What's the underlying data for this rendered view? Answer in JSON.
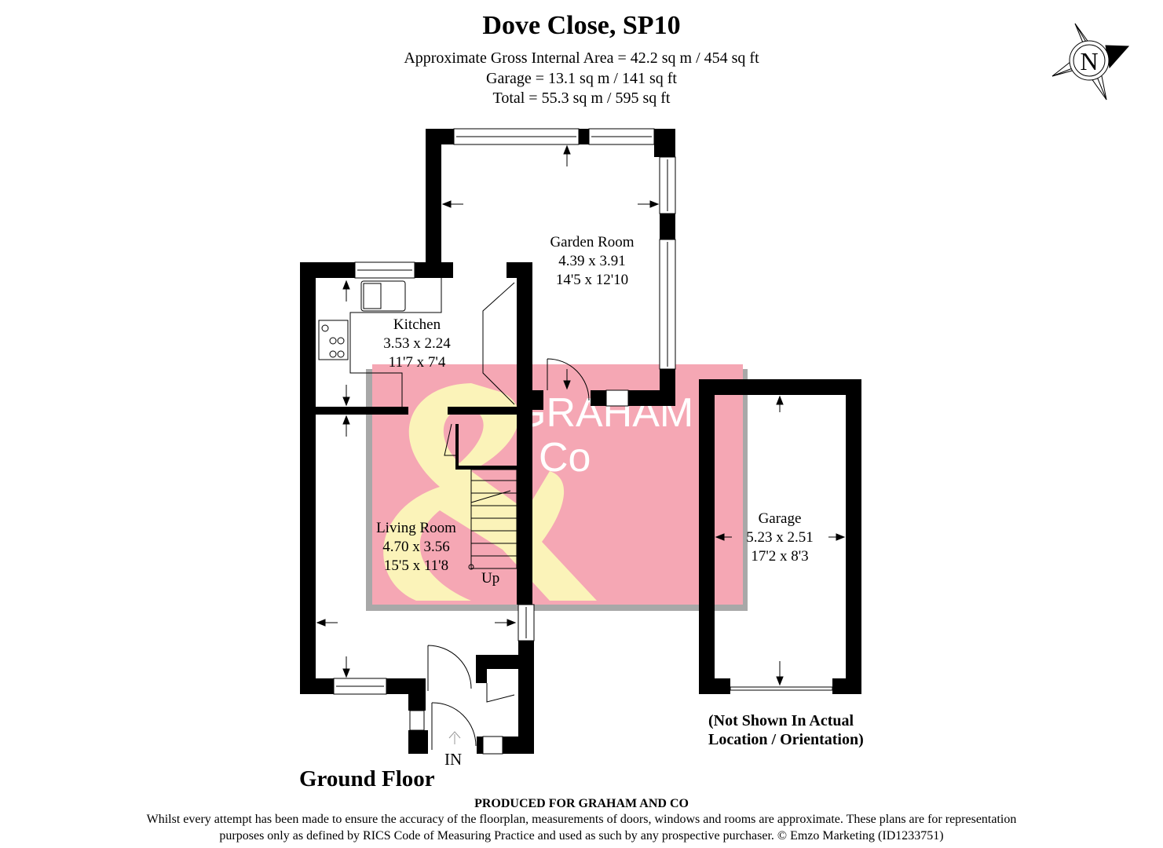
{
  "header": {
    "title": "Dove Close, SP10",
    "areas": [
      "Approximate Gross Internal Area = 42.2 sq m / 454 sq ft",
      "Garage = 13.1 sq m / 141 sq ft",
      "Total = 55.3 sq m / 595 sq ft"
    ]
  },
  "compass": {
    "label": "N",
    "icon": "compass-north-icon"
  },
  "rooms": [
    {
      "name": "Garden Room",
      "metric": "4.39 x 3.91",
      "imperial": "14'5 x 12'10"
    },
    {
      "name": "Kitchen",
      "metric": "3.53 x 2.24",
      "imperial": "11'7 x 7'4"
    },
    {
      "name": "Living Room",
      "metric": "4.70 x 3.56",
      "imperial": "15'5 x 11'8"
    },
    {
      "name": "Garage",
      "metric": "5.23 x 2.51",
      "imperial": "17'2 x 8'3"
    }
  ],
  "labels": {
    "stairs": "Up",
    "entrance": "IN",
    "floor": "Ground Floor",
    "garage_note_1": "(Not Shown In Actual",
    "garage_note_2": "Location / Orientation)"
  },
  "watermark": {
    "text_1": "GRAHAM",
    "text_2": "Co",
    "colors": {
      "pink": "#f5a7b4",
      "yellow": "#fbf3b9",
      "shadow": "#a8a8a8"
    }
  },
  "footer": {
    "produced": "PRODUCED FOR GRAHAM AND CO",
    "disclaimer_1": "Whilst every attempt has been made to ensure the accuracy of the floorplan, measurements of doors, windows and rooms are approximate. These plans are for representation",
    "disclaimer_2": "purposes only as defined by RICS Code of Measuring Practice and used as such by any prospective purchaser. © Emzo Marketing (ID1233751)"
  }
}
